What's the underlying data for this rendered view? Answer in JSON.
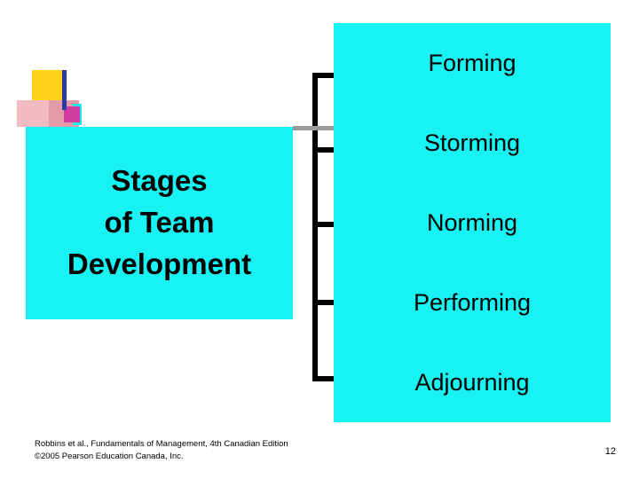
{
  "slide": {
    "main_title": "Stages\nof Team\nDevelopment",
    "stages": [
      {
        "label": "Forming"
      },
      {
        "label": "Storming"
      },
      {
        "label": "Norming"
      },
      {
        "label": "Performing"
      },
      {
        "label": "Adjourning"
      }
    ],
    "footer": {
      "line1": "Robbins et al., Fundamentals of Management, 4th Canadian Edition",
      "line2": "©2005 Pearson Education Canada, Inc."
    },
    "page_number": "12",
    "colors": {
      "box_fill": "#19F2F2",
      "connector": "#000000",
      "deco_yellow": "#FFD21A",
      "deco_blue": "#2B3A9E",
      "deco_pink": "#F2BBC2",
      "deco_magenta": "#CF3BA0"
    }
  }
}
